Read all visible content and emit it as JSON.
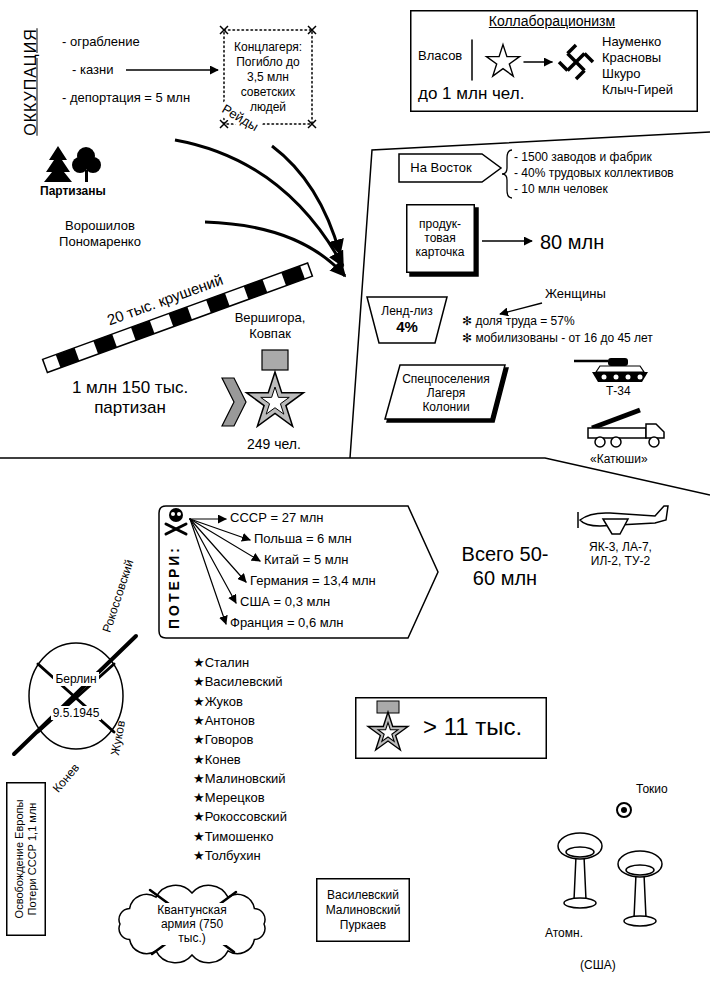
{
  "diagram": {
    "nodes": [
      {
        "text": [
          "Концлагеря: Погибло до 3,5 млн советских людей"
        ]
      },
      {
        "text": [
          "Коллаборационизм",
          "Власов",
          "Науменко Красновы Шкуро Клыч-Гирей",
          "до 1 млн чел."
        ]
      },
      {
        "text": [
          "На Восток"
        ]
      },
      {
        "text": [
          "продук- товая карточка"
        ]
      },
      {
        "text": [
          "Ленд-лиз",
          "4%"
        ]
      },
      {
        "text": [
          "Спецпоселения Лагеря Колонии"
        ]
      },
      {
        "text": [
          "ПОТЕРИ:",
          "СССР = 27 млн",
          "Польша = 6 млн",
          "Китай = 5 млн",
          "Германия = 13,4 млн",
          "США = 0,3 млн",
          "Франция = 0,6 млн"
        ]
      },
      {
        "text": [
          "Берлин",
          "9.5.1945"
        ]
      },
      {
        "text": [
          "> 11 тыс."
        ]
      },
      {
        "text": [
          "Освобождение Европы Потери СССР 1,1 млн"
        ]
      },
      {
        "text": [
          "Квантунская армия (750 тыс.)"
        ]
      },
      {
        "text": [
          "Василевский Малиновский Пуркаев"
        ]
      }
    ],
    "labels": [
      "ОККУПАЦИЯ",
      "- ограбление",
      "- казни",
      "- депортация = 5 млн",
      "Партизаны",
      "Рейды",
      "Ворошилов Пономаренко",
      "20 тыс. крушений",
      "Вершигора, Ковпак",
      "1 млн 150 тыс. партизан",
      "249 чел.",
      "- 1500 заводов и фабрик",
      "- 40% трудовых коллективов",
      "- 10 млн человек",
      "80 млн",
      "Женщины",
      "✻ доля труда = 57%",
      "✻ мобилизованы - от 16 до 45 лет",
      "Т-34",
      "«Катюши»",
      "ЯК-3, ЛА-7, ИЛ-2, ТУ-2",
      "Всего 50-60 млн",
      "Рокоссовский",
      "Жуков",
      "Конев",
      "★Сталин",
      "★Василевский",
      "★Жуков",
      "★Антонов",
      "★Говоров",
      "★Конев",
      "★Малиновский",
      "★Мерецков",
      "★Рокоссовский",
      "★Тимошенко",
      "★Толбухин",
      "Токио",
      "Атомн.",
      "(США)"
    ]
  }
}
